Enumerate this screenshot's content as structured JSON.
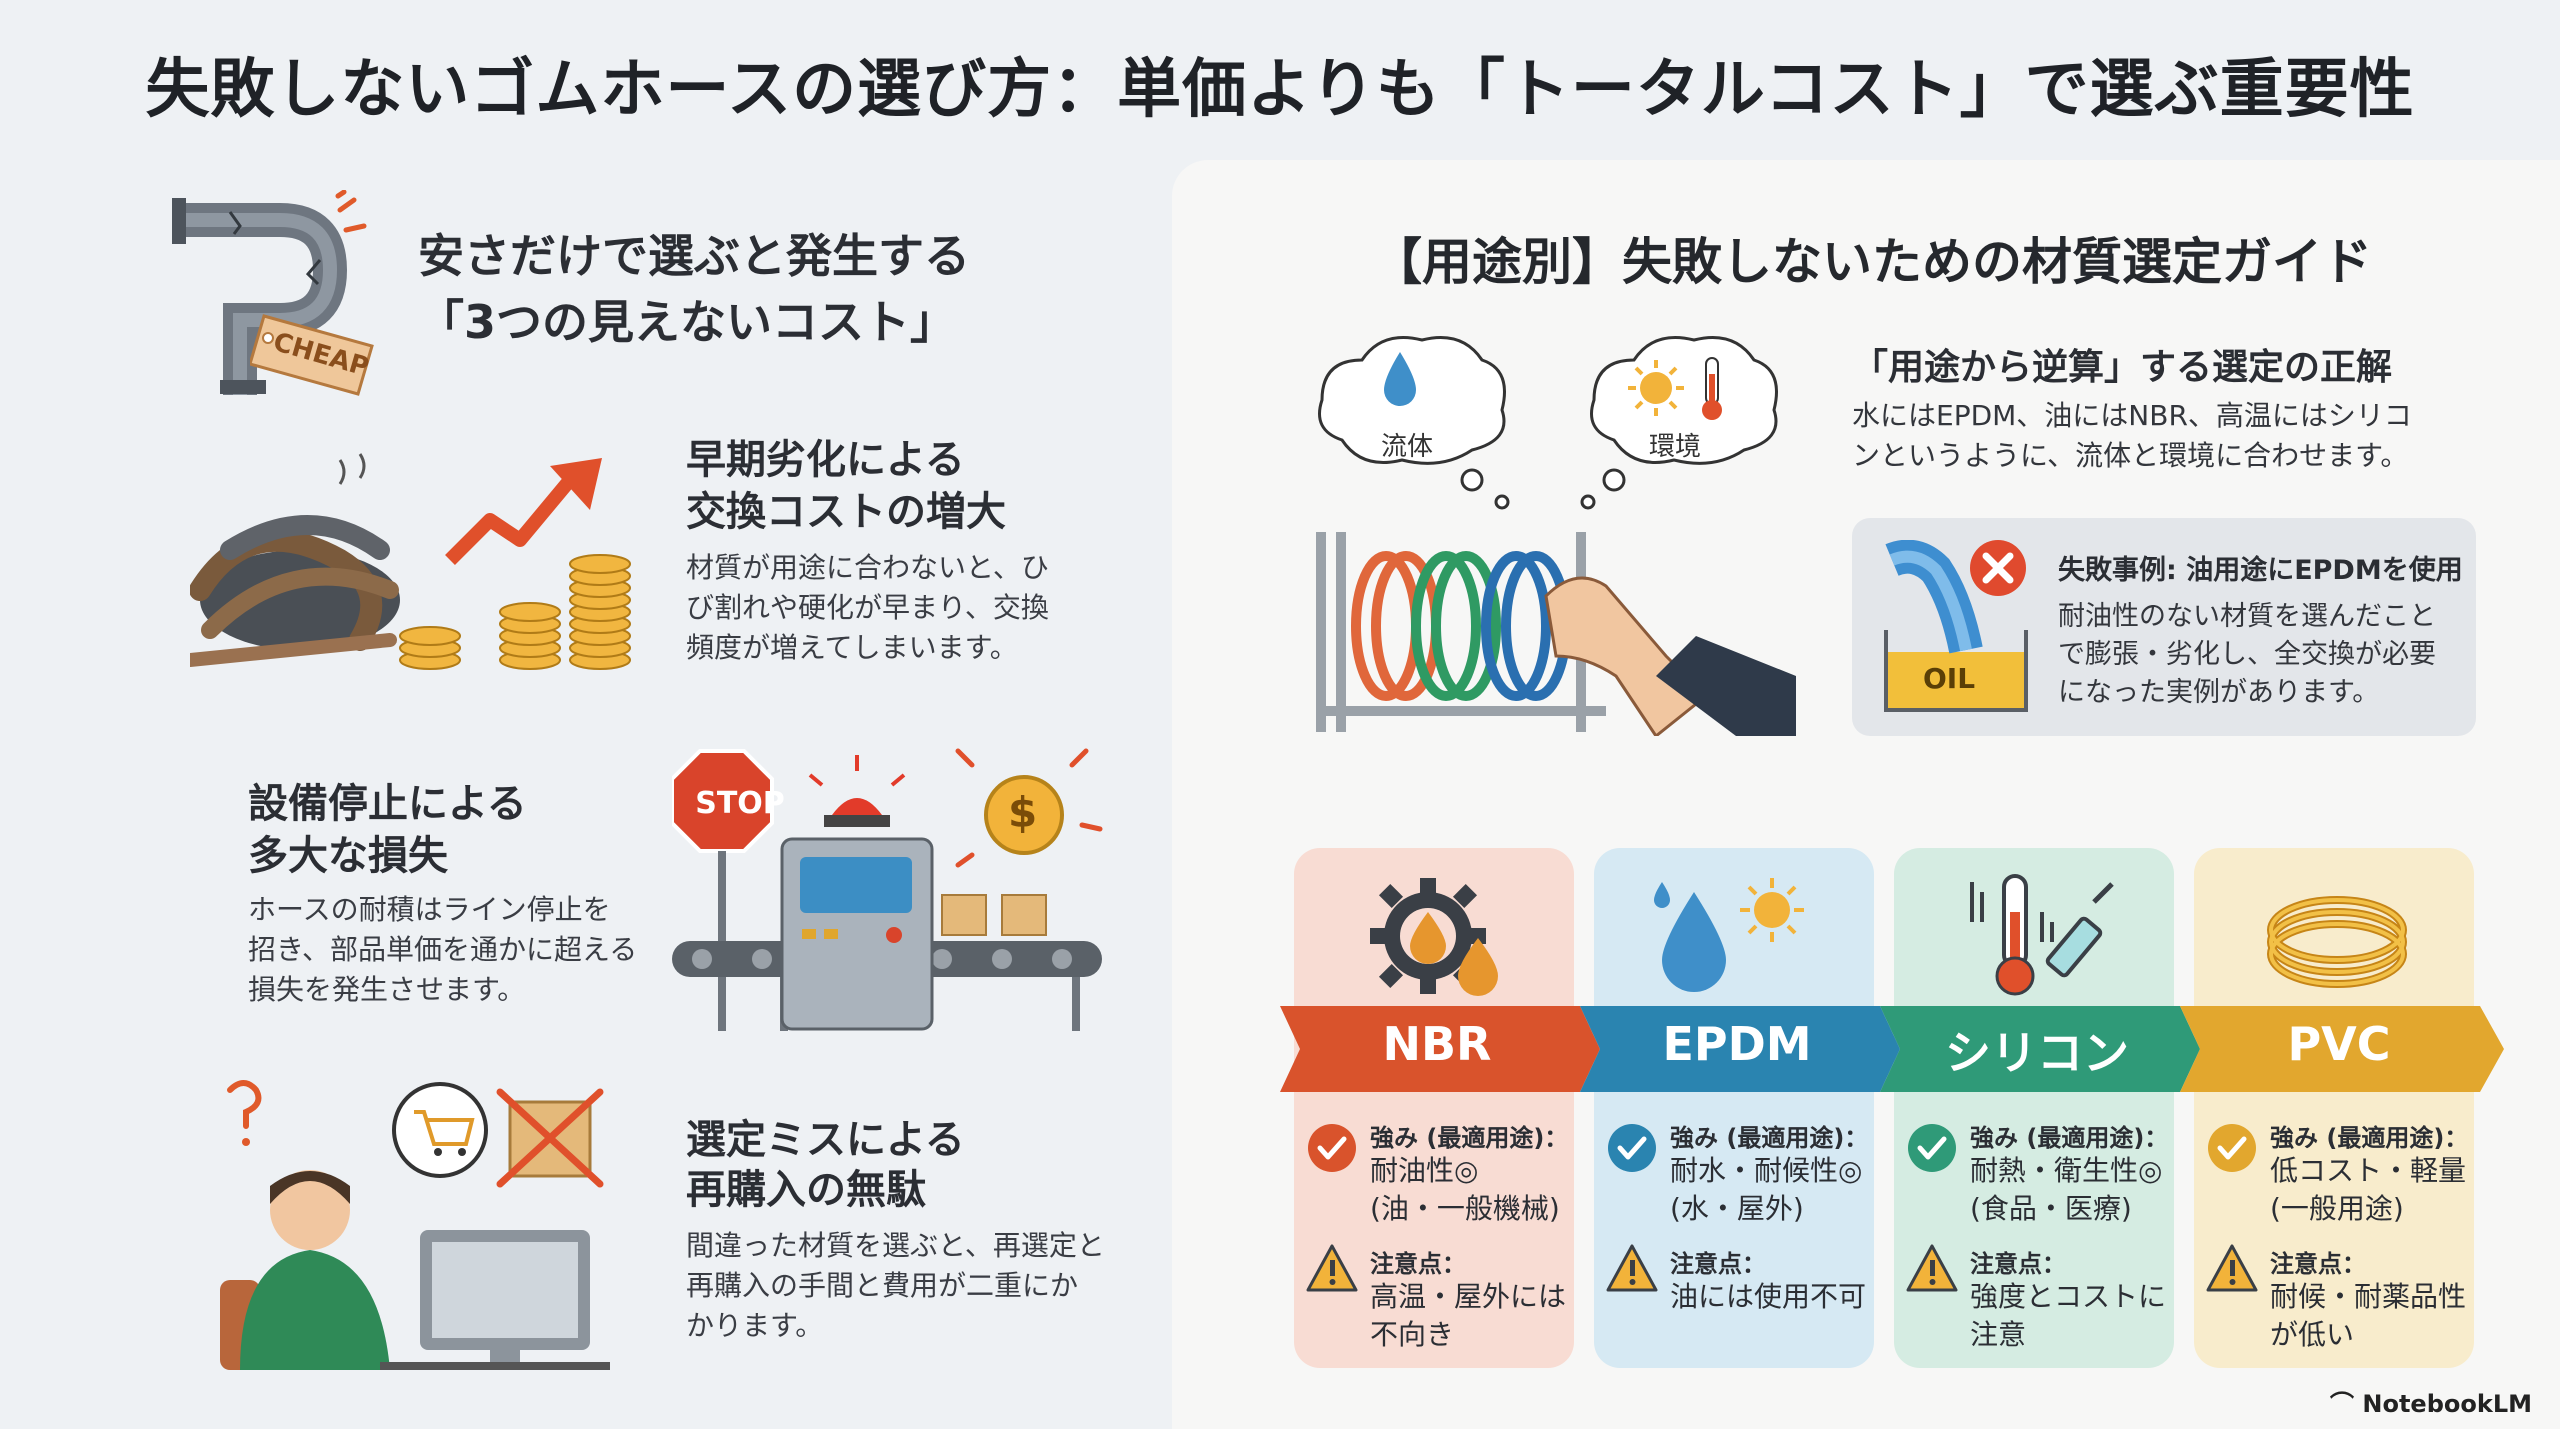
{
  "main_title": "失敗しないゴムホースの選び方：単価よりも「トータルコスト」で選ぶ重要性",
  "left": {
    "heading_line1": "安さだけで選ぶと発生する",
    "heading_line2": "「3つの見えないコスト」",
    "cheap_tag": "CHEAP",
    "costs": [
      {
        "title_line1": "早期劣化による",
        "title_line2": "交換コストの増大",
        "body": [
          "材質が用途に合わないと、ひ",
          "び割れや硬化が早まり、交換",
          "頻度が増えてしまいます。"
        ]
      },
      {
        "title_line1": "設備停止による",
        "title_line2": "多大な損失",
        "body": [
          "ホースの耐積はライン停止を",
          "招き、部品単価を通かに超える",
          "損失を発生させます。"
        ],
        "stop_sign": "STOP"
      },
      {
        "title_line1": "選定ミスによる",
        "title_line2": "再購入の無駄",
        "body": [
          "間違った材質を選ぶと、再選定と",
          "再購入の手間と費用が二重にか",
          "かります。"
        ]
      }
    ]
  },
  "right": {
    "guide_title": "【用途別】失敗しないための材質選定ガイド",
    "bubble_fluid": "流体",
    "bubble_environment": "環境",
    "reverse_title": "「用途から逆算」する選定の正解",
    "reverse_body": [
      "水にはEPDM、油にはNBR、高温にはシリコ",
      "ンというように、流体と環境に合わせます。"
    ],
    "oil_label": "OIL",
    "failure_title": "失敗事例: 油用途にEPDMを使用",
    "failure_body": [
      "耐油性のない材質を選んだこと",
      "で膨張・劣化し、全交換が必要",
      "になった実例があります。"
    ]
  },
  "materials": [
    {
      "name": "NBR",
      "strength_label": "強み (最適用途)：",
      "strength_lines": [
        "耐油性◎",
        "(油・一般機械)"
      ],
      "caution_label": "注意点：",
      "caution_lines": [
        "高温・屋外には",
        "不向き"
      ],
      "card_color": "#f8dcd3",
      "banner_color": "#d9532c",
      "check_color": "#d9532c"
    },
    {
      "name": "EPDM",
      "strength_label": "強み (最適用途)：",
      "strength_lines": [
        "耐水・耐候性◎",
        "(水・屋外)"
      ],
      "caution_label": "注意点：",
      "caution_lines": [
        "油には使用不可"
      ],
      "card_color": "#d6e9f3",
      "banner_color": "#2a84b0",
      "check_color": "#2a84b0"
    },
    {
      "name": "シリコン",
      "strength_label": "強み (最適用途)：",
      "strength_lines": [
        "耐熱・衛生性◎",
        "(食品・医療)"
      ],
      "caution_label": "注意点：",
      "caution_lines": [
        "強度とコストに",
        "注意"
      ],
      "card_color": "#d5ece2",
      "banner_color": "#2f9a78",
      "check_color": "#2f9a78"
    },
    {
      "name": "PVC",
      "strength_label": "強み (最適用途)：",
      "strength_lines": [
        "低コスト・軽量",
        "(一般用途)"
      ],
      "caution_label": "注意点：",
      "caution_lines": [
        "耐候・耐薬品性",
        "が低い"
      ],
      "card_color": "#f8eccc",
      "banner_color": "#e2a72e",
      "check_color": "#e2a72e"
    }
  ],
  "brand": "NotebookLM"
}
